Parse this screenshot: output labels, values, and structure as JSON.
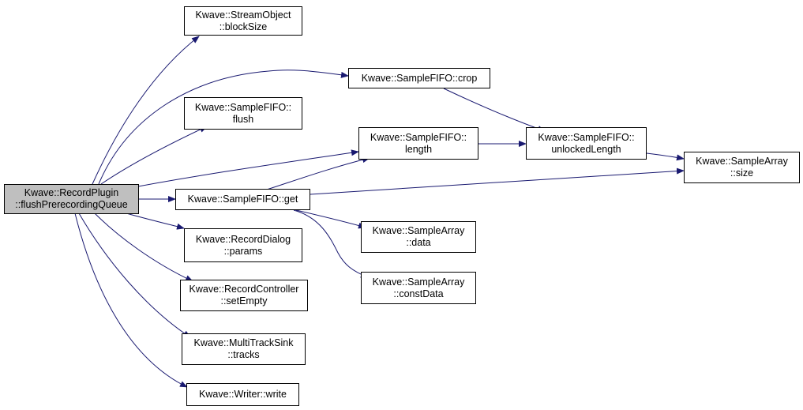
{
  "colors": {
    "edge": "#191970",
    "root_fill": "#bfbfbf",
    "node_fill": "#ffffff",
    "border": "#000000"
  },
  "nodes": {
    "root": {
      "line1": "Kwave::RecordPlugin",
      "line2": "::flushPrerecordingQueue"
    },
    "blocksize": {
      "line1": "Kwave::StreamObject",
      "line2": "::blockSize"
    },
    "crop": {
      "line1": "Kwave::SampleFIFO::crop"
    },
    "flush": {
      "line1": "Kwave::SampleFIFO::",
      "line2": "flush"
    },
    "length": {
      "line1": "Kwave::SampleFIFO::",
      "line2": "length"
    },
    "unlocked": {
      "line1": "Kwave::SampleFIFO::",
      "line2": "unlockedLength"
    },
    "size": {
      "line1": "Kwave::SampleArray",
      "line2": "::size"
    },
    "get": {
      "line1": "Kwave::SampleFIFO::get"
    },
    "params": {
      "line1": "Kwave::RecordDialog",
      "line2": "::params"
    },
    "data": {
      "line1": "Kwave::SampleArray",
      "line2": "::data"
    },
    "setempty": {
      "line1": "Kwave::RecordController",
      "line2": "::setEmpty"
    },
    "constdata": {
      "line1": "Kwave::SampleArray",
      "line2": "::constData"
    },
    "tracks": {
      "line1": "Kwave::MultiTrackSink",
      "line2": "::tracks"
    },
    "write": {
      "line1": "Kwave::Writer::write"
    }
  }
}
